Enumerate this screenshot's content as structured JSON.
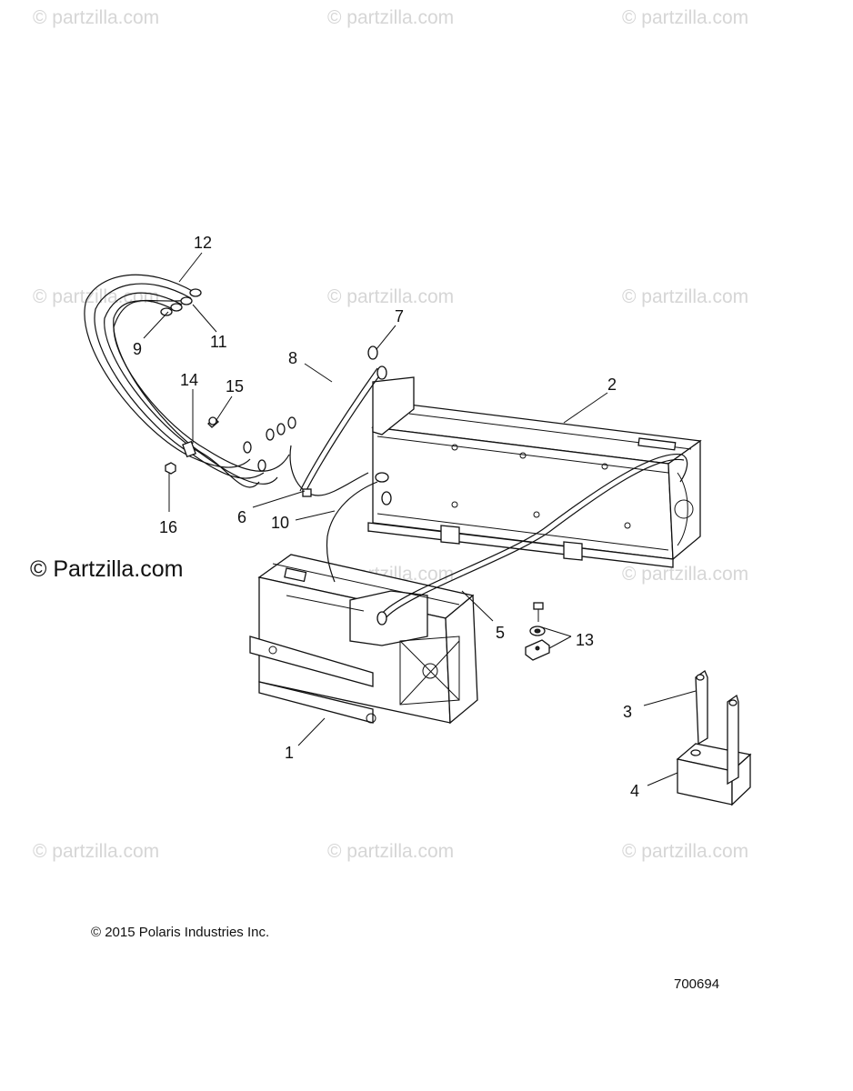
{
  "watermark": {
    "text": "© Partzilla.com",
    "tile_text": "© partzilla.com"
  },
  "copyright": "© 2015 Polaris Industries Inc.",
  "drawing_number": "700694",
  "callouts": [
    "1",
    "2",
    "3",
    "4",
    "5",
    "6",
    "7",
    "8",
    "9",
    "10",
    "11",
    "12",
    "13",
    "14",
    "15",
    "16"
  ],
  "colors": {
    "ink": "#111111",
    "watermark": "#d6d6d6",
    "background": "#ffffff"
  }
}
